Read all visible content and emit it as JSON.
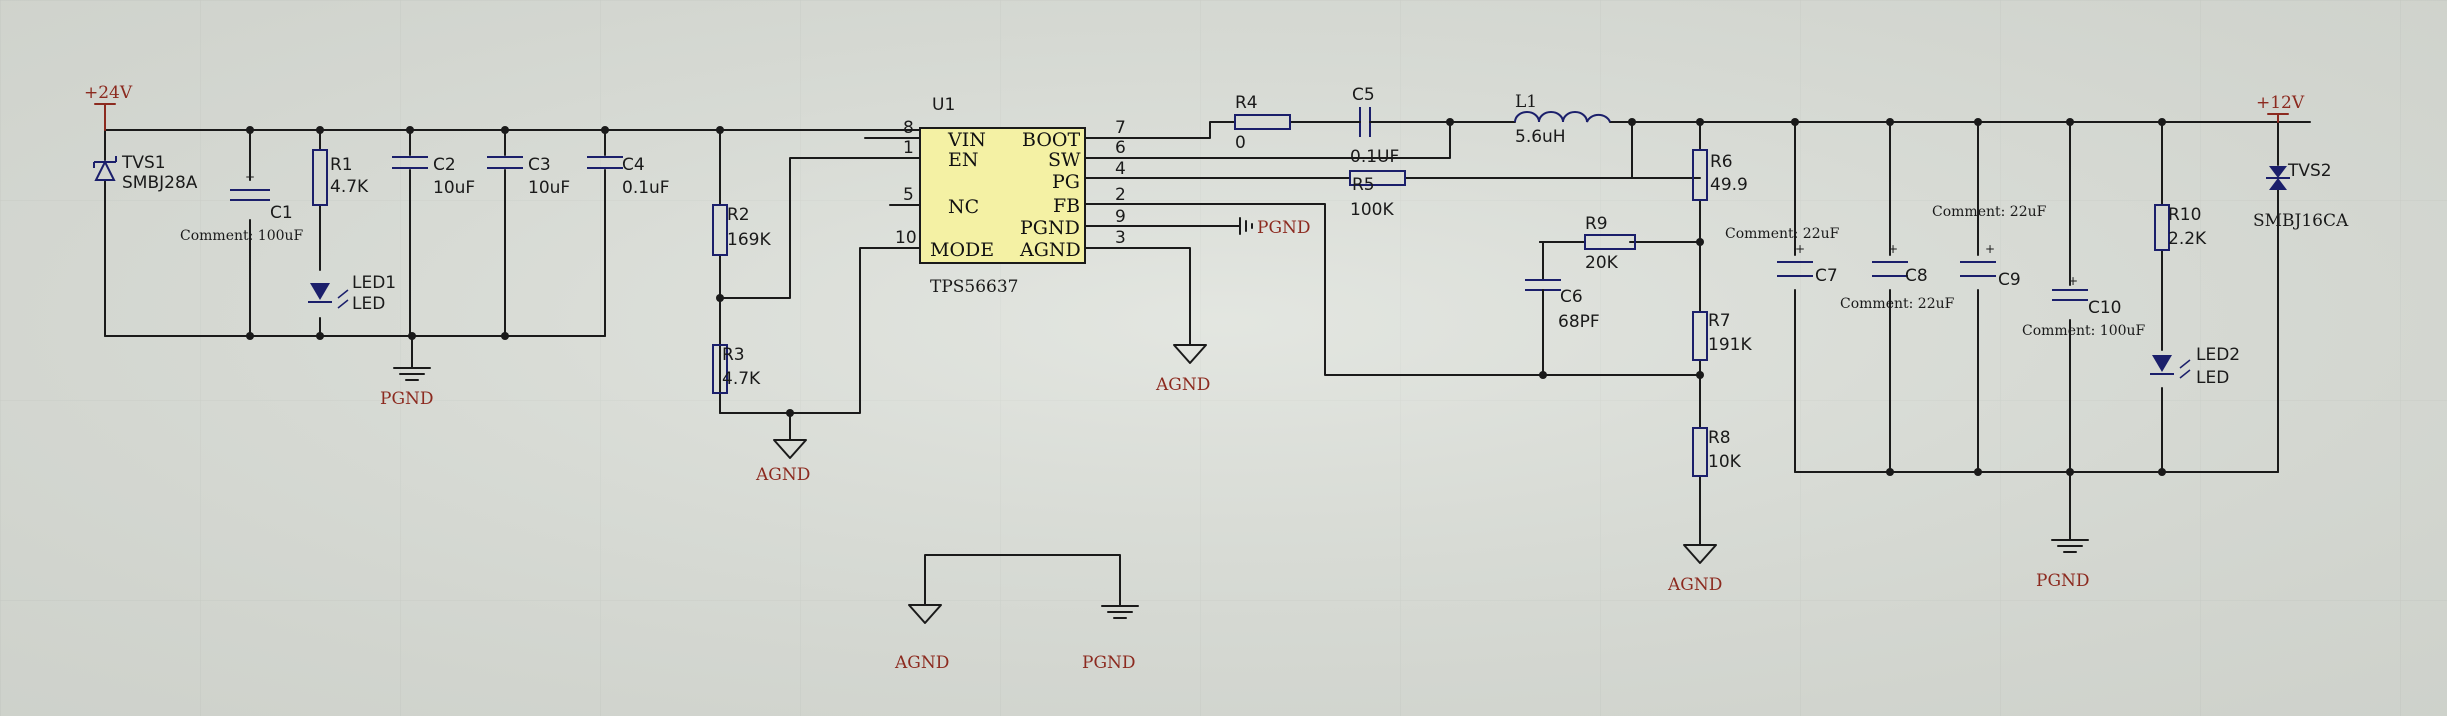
{
  "title": "TPS56637 buck converter schematic",
  "colors": {
    "wire": "#1a1a1a",
    "symbol": "#1b1f6b",
    "net_label": "#8c2a1f",
    "ic_fill": "#f4f1a4",
    "background": "#d9dcd7"
  },
  "rails": {
    "vin": "+24V",
    "vout": "+12V",
    "pgnd": "PGND",
    "agnd": "AGND"
  },
  "ic": {
    "ref": "U1",
    "part": "TPS56637",
    "left_pins": [
      {
        "name": "VIN",
        "num": "8"
      },
      {
        "name": "EN",
        "num": "1"
      },
      {
        "name": "NC",
        "num": "5"
      },
      {
        "name": "MODE",
        "num": "10"
      }
    ],
    "right_pins": [
      {
        "name": "BOOT",
        "num": "7"
      },
      {
        "name": "SW",
        "num": "6"
      },
      {
        "name": "PG",
        "num": "4"
      },
      {
        "name": "FB",
        "num": "2"
      },
      {
        "name": "PGND",
        "num": "9"
      },
      {
        "name": "AGND",
        "num": "3"
      }
    ]
  },
  "components": {
    "tvs1": {
      "ref": "TVS1",
      "value": "SMBJ28A"
    },
    "c1": {
      "ref": "C1",
      "comment": "Comment: 100uF"
    },
    "r1": {
      "ref": "R1",
      "value": "4.7K"
    },
    "led1": {
      "ref": "LED1",
      "value": "LED"
    },
    "c2": {
      "ref": "C2",
      "value": "10uF"
    },
    "c3": {
      "ref": "C3",
      "value": "10uF"
    },
    "c4": {
      "ref": "C4",
      "value": "0.1uF"
    },
    "r2": {
      "ref": "R2",
      "value": "169K"
    },
    "r3": {
      "ref": "R3",
      "value": "4.7K"
    },
    "r4": {
      "ref": "R4",
      "value": "0"
    },
    "c5": {
      "ref": "C5",
      "value": "0.1UF"
    },
    "r5": {
      "ref": "R5",
      "value": "100K"
    },
    "l1": {
      "ref": "L1",
      "value": "5.6uH"
    },
    "r6": {
      "ref": "R6",
      "value": "49.9"
    },
    "r9": {
      "ref": "R9",
      "value": "20K"
    },
    "c6": {
      "ref": "C6",
      "value": "68PF"
    },
    "r7": {
      "ref": "R7",
      "value": "191K"
    },
    "r8": {
      "ref": "R8",
      "value": "10K"
    },
    "c7": {
      "ref": "C7",
      "comment": "Comment: 22uF"
    },
    "c8": {
      "ref": "C8",
      "comment": "Comment: 22uF"
    },
    "c9": {
      "ref": "C9",
      "comment": "Comment: 22uF"
    },
    "c10": {
      "ref": "C10",
      "comment": "Comment: 100uF"
    },
    "r10": {
      "ref": "R10",
      "value": "2.2K"
    },
    "led2": {
      "ref": "LED2",
      "value": "LED"
    },
    "tvs2": {
      "ref": "TVS2",
      "value": "SMBJ16CA"
    }
  },
  "ground_labels": {
    "pgnd_left": "PGND",
    "agnd_en": "AGND",
    "agnd_ic": "AGND",
    "pgnd_ic": "PGND",
    "agnd_fb": "AGND",
    "pgnd_out": "PGND",
    "agnd_tie": "AGND",
    "pgnd_tie": "PGND"
  }
}
